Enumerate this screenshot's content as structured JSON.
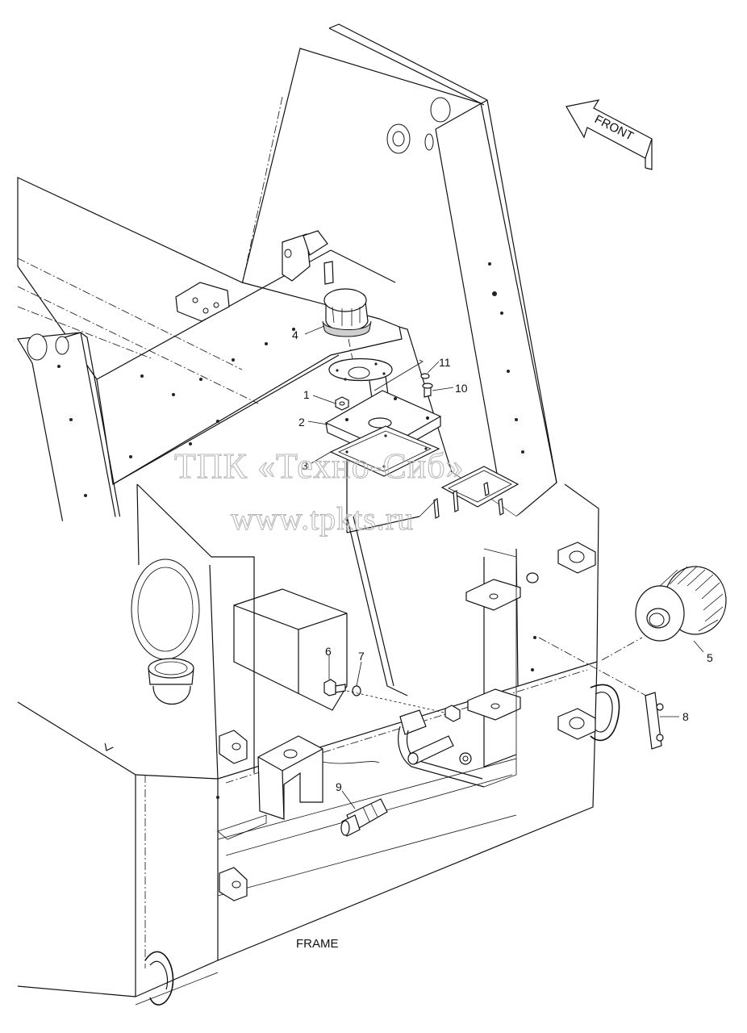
{
  "diagram": {
    "frame_label": "FRAME",
    "front_label": "FRONT",
    "watermark_company": "ТПК «Техно-Сиб»",
    "watermark_url": "www.tpkts.ru",
    "callouts": [
      {
        "id": "1",
        "label": "1"
      },
      {
        "id": "2",
        "label": "2"
      },
      {
        "id": "3",
        "label": "3"
      },
      {
        "id": "4",
        "label": "4"
      },
      {
        "id": "5",
        "label": "5"
      },
      {
        "id": "6",
        "label": "6"
      },
      {
        "id": "7",
        "label": "7"
      },
      {
        "id": "8",
        "label": "8"
      },
      {
        "id": "9",
        "label": "9"
      },
      {
        "id": "10",
        "label": "10"
      },
      {
        "id": "11",
        "label": "11"
      }
    ]
  }
}
